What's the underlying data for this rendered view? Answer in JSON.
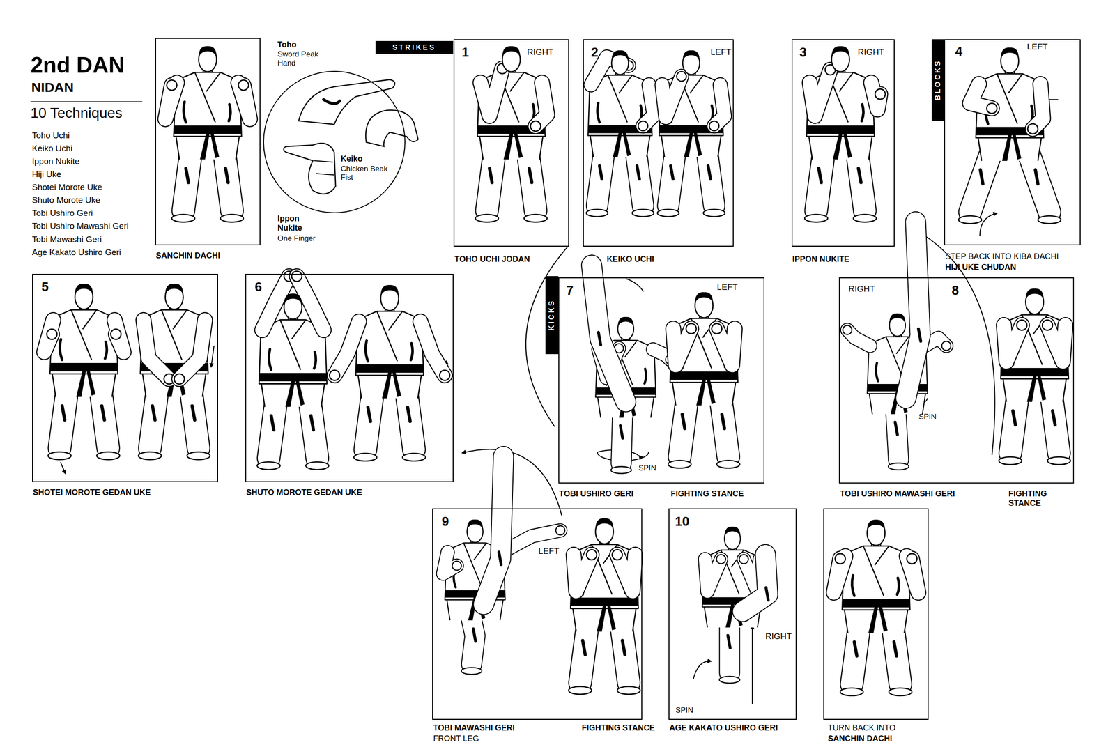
{
  "diagram": {
    "title": "2nd DAN",
    "nodes": [
      {
        "text": [
          "SANCHIN DACHI"
        ]
      },
      {
        "text": [
          "Toho",
          "Sword Peak Hand",
          "Keiko",
          "Chicken Beak Fist",
          "Ippon Nukite",
          "One Finger"
        ]
      },
      {
        "text": [
          "STRIKES"
        ]
      },
      {
        "text": [
          "1",
          "RIGHT",
          "TOHO UCHI JODAN"
        ]
      },
      {
        "text": [
          "2",
          "LEFT",
          "KEIKO UCHI"
        ]
      },
      {
        "text": [
          "3",
          "RIGHT",
          "IPPON NUKITE"
        ]
      },
      {
        "text": [
          "BLOCKS"
        ]
      },
      {
        "text": [
          "4",
          "LEFT",
          "STEP BACK INTO KIBA DACHI",
          "HIJI UKE CHUDAN"
        ]
      },
      {
        "text": [
          "5",
          "SHOTEI MOROTE GEDAN UKE"
        ]
      },
      {
        "text": [
          "6",
          "SHUTO MOROTE GEDAN UKE"
        ]
      },
      {
        "text": [
          "KICKS"
        ]
      },
      {
        "text": [
          "7",
          "LEFT",
          "TOBI USHIRO GERI",
          "FIGHTING STANCE"
        ]
      },
      {
        "text": [
          "8",
          "RIGHT",
          "TOBI USHIRO MAWASHI GERI",
          "FIGHTING STANCE"
        ]
      },
      {
        "text": [
          "9",
          "LEFT",
          "TOBI MAWASHI GERI",
          "FRONT LEG",
          "FIGHTING STANCE"
        ]
      },
      {
        "text": [
          "10",
          "RIGHT",
          "AGE KAKATO USHIRO GERI"
        ]
      },
      {
        "text": [
          "TURN BACK INTO",
          "SANCHIN DACHI"
        ]
      }
    ],
    "labels": [
      "NIDAN",
      "10 Techniques",
      "Toho Uchi",
      "Keiko Uchi",
      "Ippon Nukite",
      "Hiji Uke",
      "Shotei Morote Uke",
      "Shuto Morote Uke",
      "Tobi Ushiro Geri",
      "Tobi Ushiro Mawashi Geri",
      "Tobi Mawashi Geri",
      "Age Kakato Ushiro Geri",
      "SPIN",
      "SPIN",
      "SPIN"
    ]
  }
}
